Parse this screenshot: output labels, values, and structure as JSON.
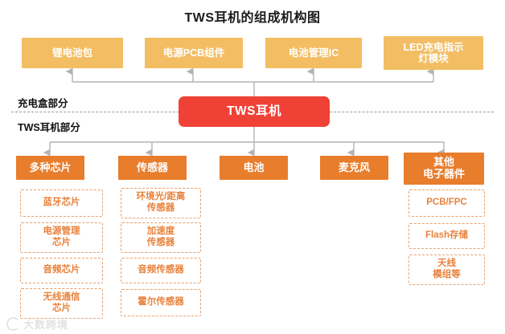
{
  "title": "TWS耳机的组成机构图",
  "sections": {
    "charging_case_label": "充电盒部分",
    "earbud_label": "TWS耳机部分"
  },
  "center_node": {
    "label": "TWS耳机",
    "color": "#ef4136"
  },
  "charging_case_items": [
    {
      "label": "锂电池包"
    },
    {
      "label": "电源PCB组件"
    },
    {
      "label": "电池管理IC"
    },
    {
      "label": "LED充电指示\n灯模块"
    }
  ],
  "earbud_categories": [
    {
      "label": "多种芯片",
      "subitems": [
        {
          "label": "蓝牙芯片"
        },
        {
          "label": "电源管理\n芯片"
        },
        {
          "label": "音频芯片"
        },
        {
          "label": "无线通信\n芯片"
        }
      ]
    },
    {
      "label": "传感器",
      "subitems": [
        {
          "label": "环境光/距离\n传感器"
        },
        {
          "label": "加速度\n传感器"
        },
        {
          "label": "音频传感器"
        },
        {
          "label": "霍尔传感器"
        }
      ]
    },
    {
      "label": "电池",
      "subitems": []
    },
    {
      "label": "麦克风",
      "subitems": []
    },
    {
      "label": "其他\n电子器件",
      "subitems": [
        {
          "label": "PCB/FPC"
        },
        {
          "label": "Flash存储"
        },
        {
          "label": "天线\n模组等"
        }
      ]
    }
  ],
  "watermark": {
    "text": "大数跨境"
  },
  "colors": {
    "top_box": "#f3be63",
    "category_box": "#e87d2c",
    "center_box": "#ef4136",
    "subitem_border": "#e8a06a",
    "subitem_text": "#e8823c",
    "connector": "#b3b3b3",
    "divider": "#9b9b9b"
  }
}
